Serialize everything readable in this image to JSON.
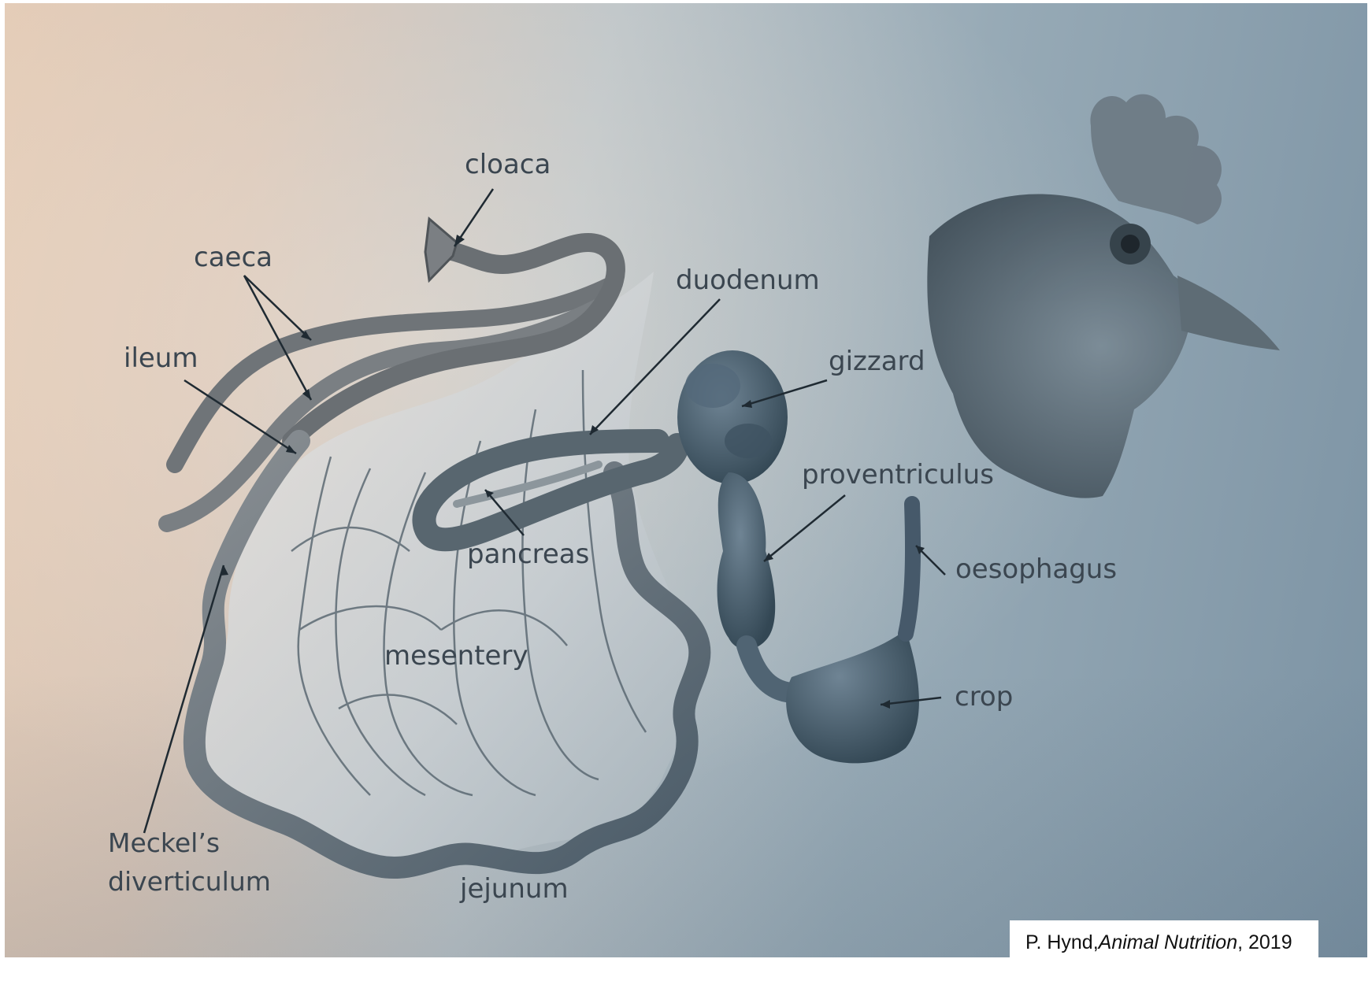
{
  "labels": {
    "cloaca": "cloaca",
    "caeca": "caeca",
    "ileum": "ileum",
    "duodenum": "duodenum",
    "gizzard": "gizzard",
    "proventriculus": "proventriculus",
    "pancreas": "pancreas",
    "oesophagus": "oesophagus",
    "mesentery": "mesentery",
    "crop": "crop",
    "meckels_line1": "Meckel’s",
    "meckels_line2": "diverticulum",
    "jejunum": "jejunum"
  },
  "citation": {
    "author": "P. Hynd, ",
    "title": "Animal Nutrition",
    "year": ", 2019"
  }
}
